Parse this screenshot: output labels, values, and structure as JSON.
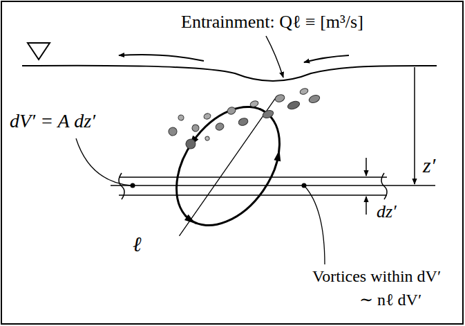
{
  "diagram": {
    "labels": [
      "Entrainment: Qℓ ≡ [m³/s]",
      "dV′ = A dz′",
      "z′",
      "dz′",
      "ℓ",
      "Vortices within dV′",
      "∼ nℓ dV′"
    ]
  }
}
